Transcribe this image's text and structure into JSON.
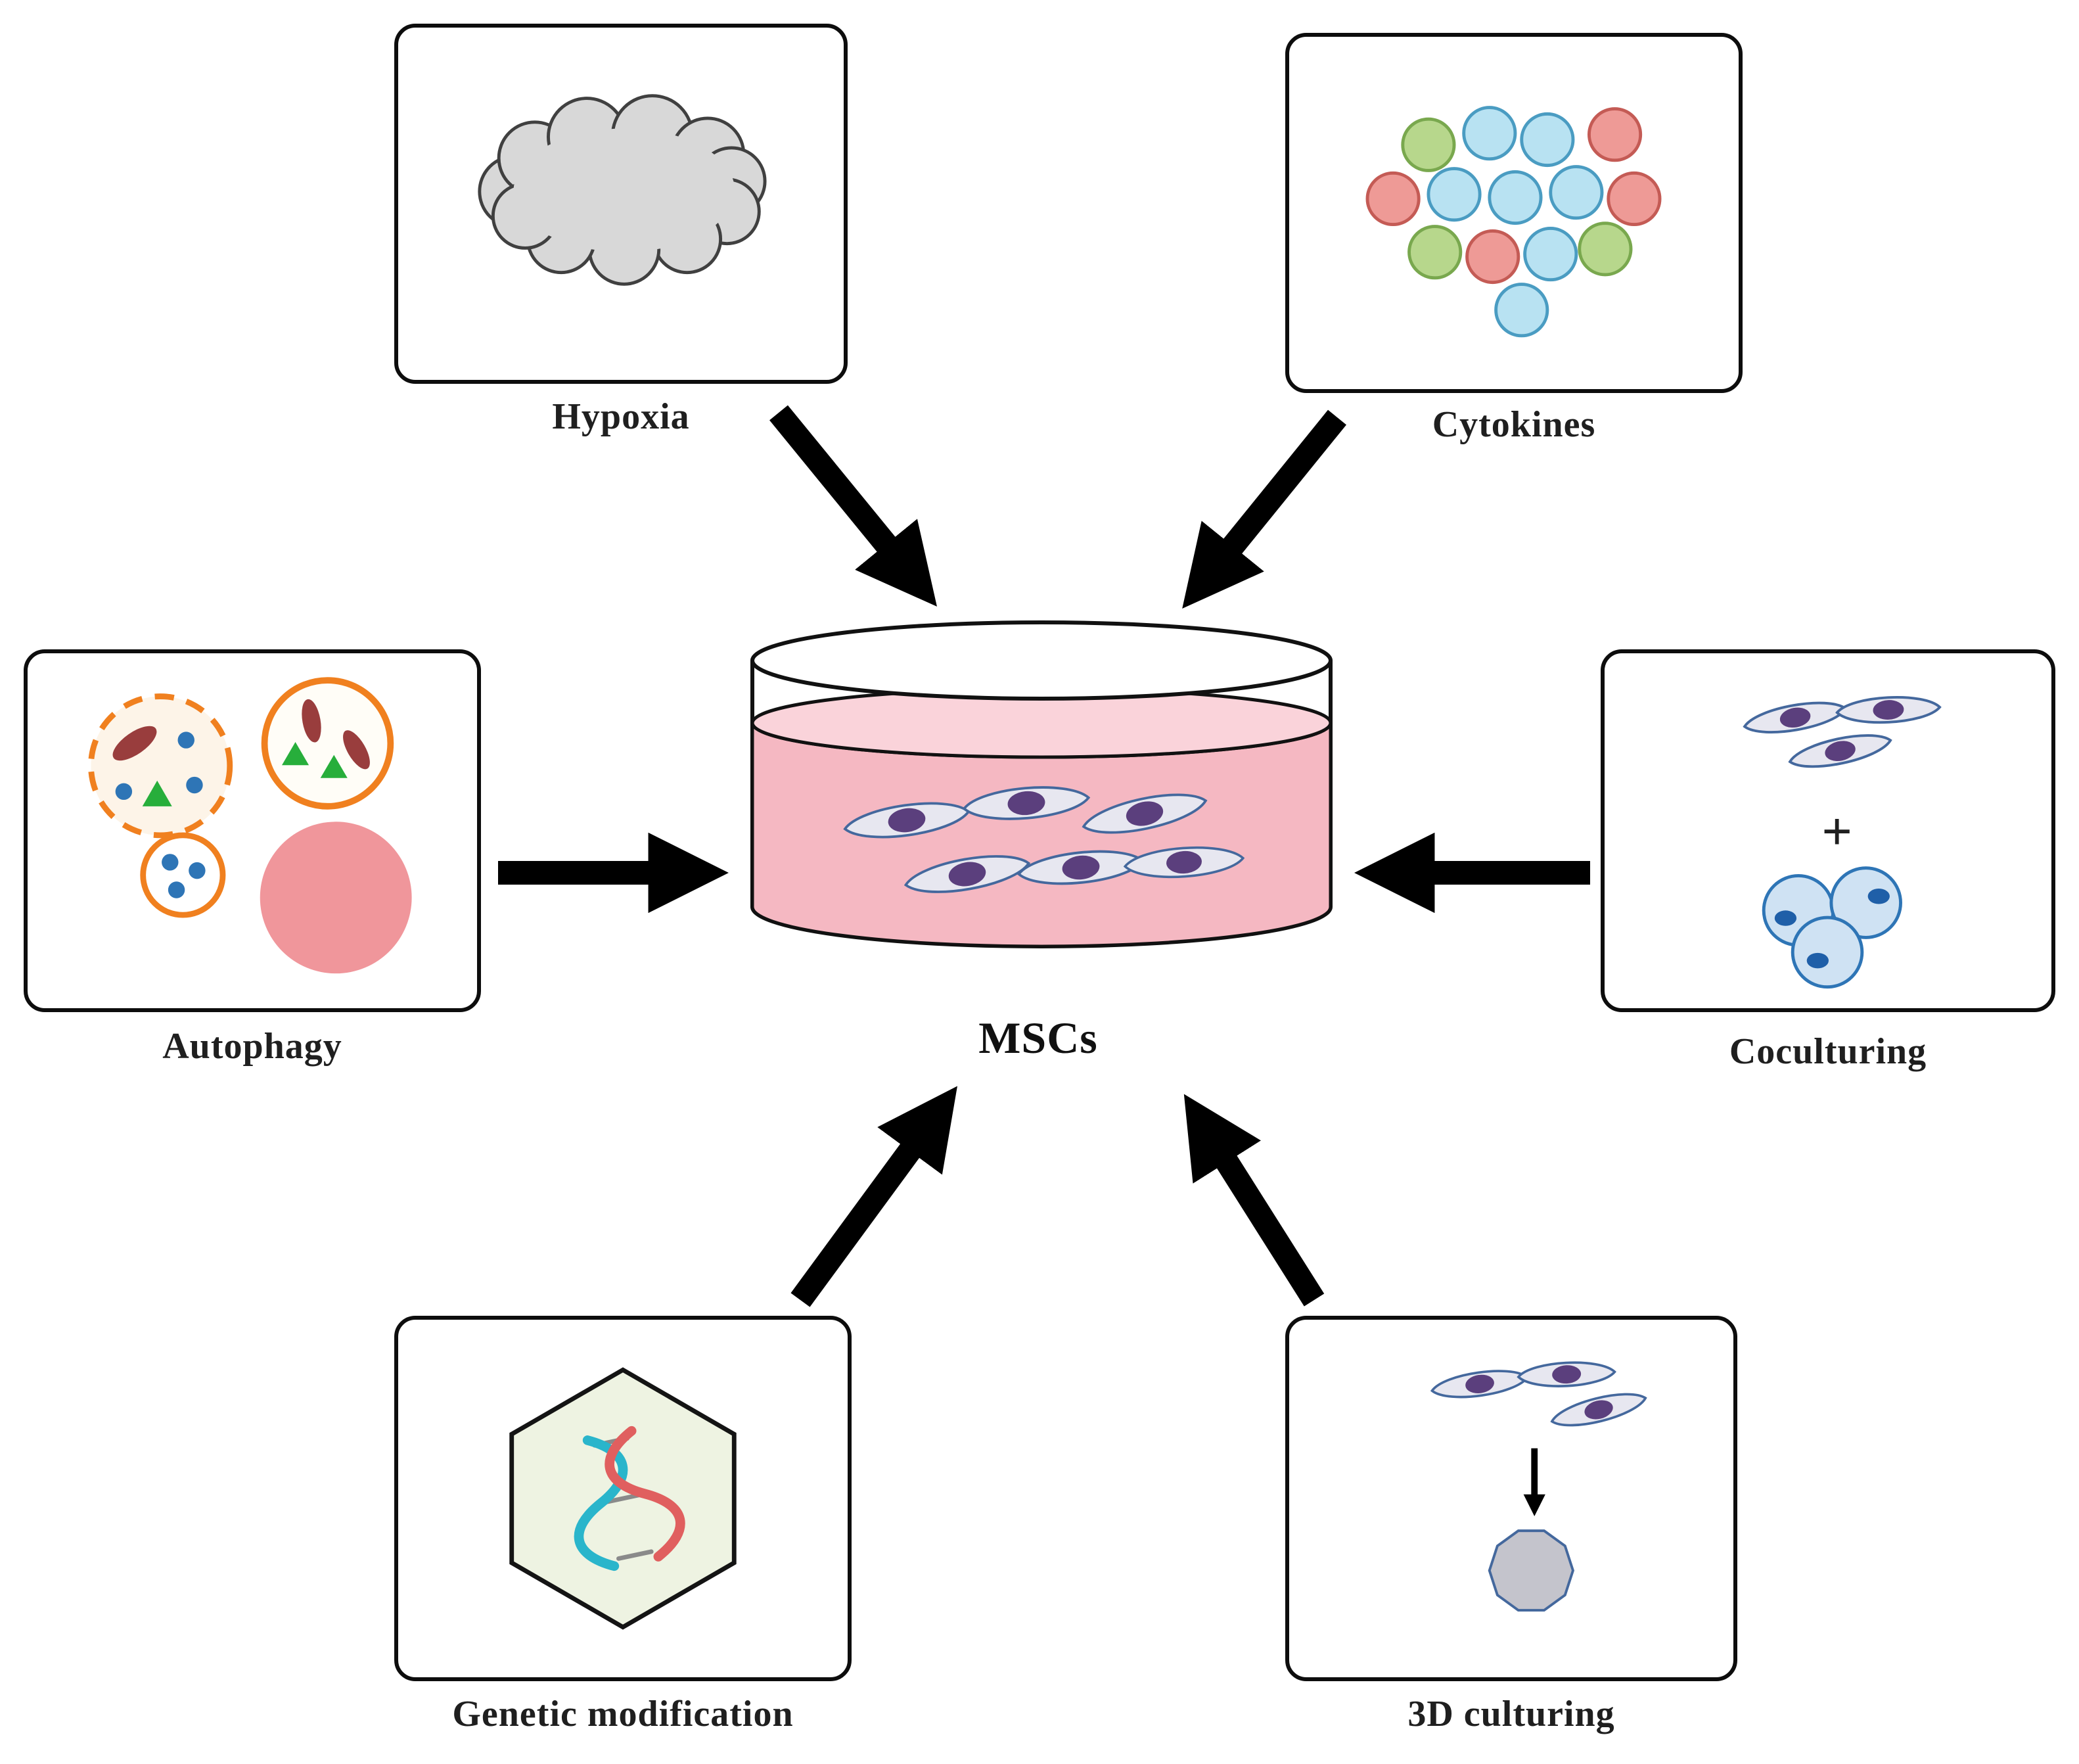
{
  "figure": {
    "center_label": "MSCs",
    "nodes": {
      "hypoxia": {
        "label": "Hypoxia"
      },
      "cytokines": {
        "label": "Cytokines"
      },
      "autophagy": {
        "label": "Autophagy"
      },
      "coculturing": {
        "label": "Coculturing",
        "plus_symbol": "+"
      },
      "genetic_modification": {
        "label": "Genetic modification"
      },
      "culturing_3d": {
        "label": "3D culturing"
      }
    },
    "colors": {
      "arrow_black": "#000000",
      "box_border": "#0d0d0d",
      "cloud_gray": "#d8d8d8",
      "cloud_outline": "#404040",
      "cytokine_blue_fill": "#b8e2f2",
      "cytokine_blue_stroke": "#4a9cc2",
      "cytokine_green_fill": "#b7d78c",
      "cytokine_green_stroke": "#79a84e",
      "cytokine_red_fill": "#ee9a96",
      "cytokine_red_stroke": "#c45b55",
      "autophagy_orange": "#f0801f",
      "vesicle_cream_fill": "#fdf4e8",
      "vesicle_white_fill": "#fffdf7",
      "dot_blue": "#2e75b6",
      "triangle_green": "#27ae3b",
      "oval_dark_red": "#993d3d",
      "pink_circle": "#f0969b",
      "dish_outline": "#111111",
      "dish_white": "#ffffff",
      "medium_pink": "#f5b8c2",
      "medium_pink_surface": "#fad3da",
      "msc_cell_fill": "#e7e7f0",
      "msc_cell_stroke": "#44689d",
      "msc_nucleus_purple": "#5b3f7d",
      "round_cell_fill": "#cfe2f3",
      "round_cell_stroke": "#2e75b6",
      "round_cell_nucleus": "#1f5fa8",
      "hexagon_fill": "#eef3e2",
      "hexagon_stroke": "#141414",
      "dna_red": "#e05f5f",
      "dna_teal": "#2ab5cb",
      "dna_rung_gray": "#8a8a8a",
      "spheroid_fill": "#c4c4cc",
      "spheroid_stroke": "#44689d"
    }
  }
}
